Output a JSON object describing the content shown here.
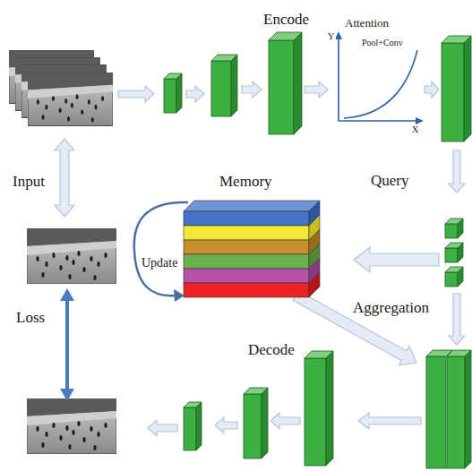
{
  "diagram": {
    "labels": [
      "Encode",
      "Attention",
      "Y",
      "Pool+Conv",
      "X",
      "Input",
      "Memory",
      "Query",
      "Update",
      "Aggregation",
      "Loss",
      "Decode"
    ]
  }
}
